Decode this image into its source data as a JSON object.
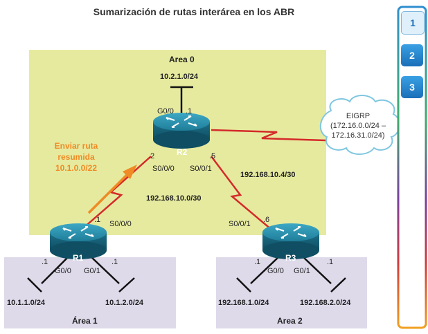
{
  "title": "Sumarización de rutas interárea en los ABR",
  "areas": {
    "area0": "Area 0",
    "area1": "Área 1",
    "area2": "Area 2"
  },
  "routers": {
    "r1": "R1",
    "r2": "R2",
    "r3": "R3"
  },
  "networks": {
    "r2_lan": "10.2.1.0/24",
    "r1_lan1": "10.1.1.0/24",
    "r1_lan2": "10.1.2.0/24",
    "r3_lan1": "192.168.1.0/24",
    "r3_lan2": "192.168.2.0/24",
    "link_r1_r2": "192.168.10.0/30",
    "link_r2_r3": "192.168.10.4/30"
  },
  "interfaces": {
    "r2_g00": "G0/0",
    "r2_g00_ip": ".1",
    "r2_s000": "S0/0/0",
    "r2_s000_ip": ".2",
    "r2_s001": "S0/0/1",
    "r2_s001_ip": ".5",
    "r1_s000": "S0/0/0",
    "r1_s000_ip": ".1",
    "r1_g00": "G0/0",
    "r1_g00_ip": ".1",
    "r1_g01": "G0/1",
    "r1_g01_ip": ".1",
    "r3_s001": "S0/0/1",
    "r3_s001_ip": ".6",
    "r3_g00": "G0/0",
    "r3_g00_ip": ".1",
    "r3_g01": "G0/1",
    "r3_g01_ip": ".1"
  },
  "annotation": {
    "line1": "Enviar ruta",
    "line2": "resumida",
    "line3": "10.1.0.0/22"
  },
  "eigrp": {
    "line1": "EIGRP",
    "line2": "(172.16.0.0/24 –",
    "line3": "172.16.31.0/24)"
  },
  "steps": [
    "1",
    "2",
    "3"
  ],
  "colors": {
    "area0": "#e6ea9f",
    "area_other": "#dedaea",
    "serial": "#d42a2a",
    "arrow": "#f08a24",
    "router": "#1f7e9a"
  }
}
